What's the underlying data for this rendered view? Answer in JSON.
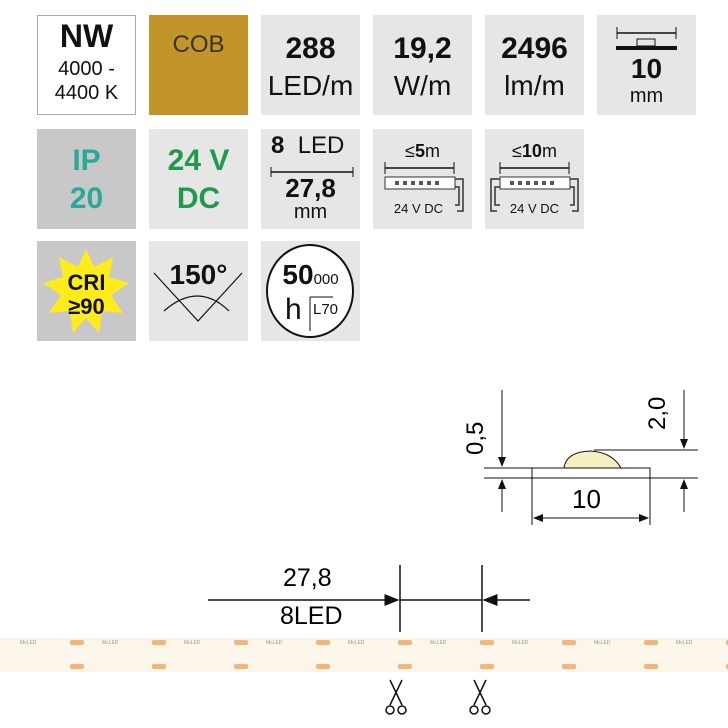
{
  "tiles": {
    "color": {
      "code": "NW",
      "range1": "4000 -",
      "range2": "4400 K"
    },
    "chip": {
      "label": "COB",
      "bg": "#c2952a"
    },
    "density": {
      "value": "288",
      "unit": "LED/m"
    },
    "power": {
      "value": "19,2",
      "unit": "W/m"
    },
    "flux": {
      "value": "2496",
      "unit": "lm/m"
    },
    "width": {
      "value": "10",
      "unit": "mm"
    },
    "ip": {
      "line1": "IP",
      "line2": "20",
      "color": "#2aa89a"
    },
    "voltage": {
      "line1": "24 V",
      "line2": "DC",
      "color": "#1f9a4a"
    },
    "segment": {
      "leds": "8",
      "led_label": "LED",
      "length": "27,8",
      "unit": "mm"
    },
    "run5": {
      "prefix": "≤",
      "value": "5",
      "unit": "m",
      "supply": "24 V DC"
    },
    "run10": {
      "prefix": "≤",
      "value": "10",
      "unit": "m",
      "supply": "24 V DC"
    },
    "cri": {
      "line1": "CRI",
      "line2": "≥90",
      "star": "#ffec1a"
    },
    "angle": {
      "value": "150°"
    },
    "lifetime": {
      "value": "50",
      "suffix": "000",
      "unit": "h",
      "rating": "L70"
    }
  },
  "drawing": {
    "height_led": "0,5",
    "height_total": "2,0",
    "width": "10",
    "cut_length": "27,8",
    "cut_leds": "8LED",
    "strip_brand": "McLED"
  }
}
